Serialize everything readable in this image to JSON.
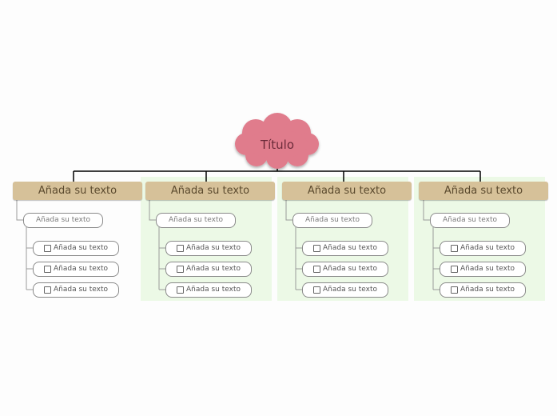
{
  "title": "Título",
  "columns": [
    {
      "header": "Añada su texto",
      "subtopic": "Añada su texto",
      "tasks": [
        "Añada su texto",
        "Añada su texto",
        "Añada su texto"
      ]
    },
    {
      "header": "Añada su texto",
      "subtopic": "Añada su texto",
      "tasks": [
        "Añada su texto",
        "Añada su texto",
        "Añada su texto"
      ]
    },
    {
      "header": "Añada su texto",
      "subtopic": "Añada su texto",
      "tasks": [
        "Añada su texto",
        "Añada su texto",
        "Añada su texto"
      ]
    },
    {
      "header": "Añada su texto",
      "subtopic": "Añada su texto",
      "tasks": [
        "Añada su texto",
        "Añada su texto",
        "Añada su texto"
      ]
    }
  ],
  "colors": {
    "cloud": "#e07b8c",
    "topic": "#d6c199",
    "zone": "#ecf9e6",
    "connector": "#000000"
  },
  "icons": {
    "task_marker": "checkbox-icon"
  }
}
